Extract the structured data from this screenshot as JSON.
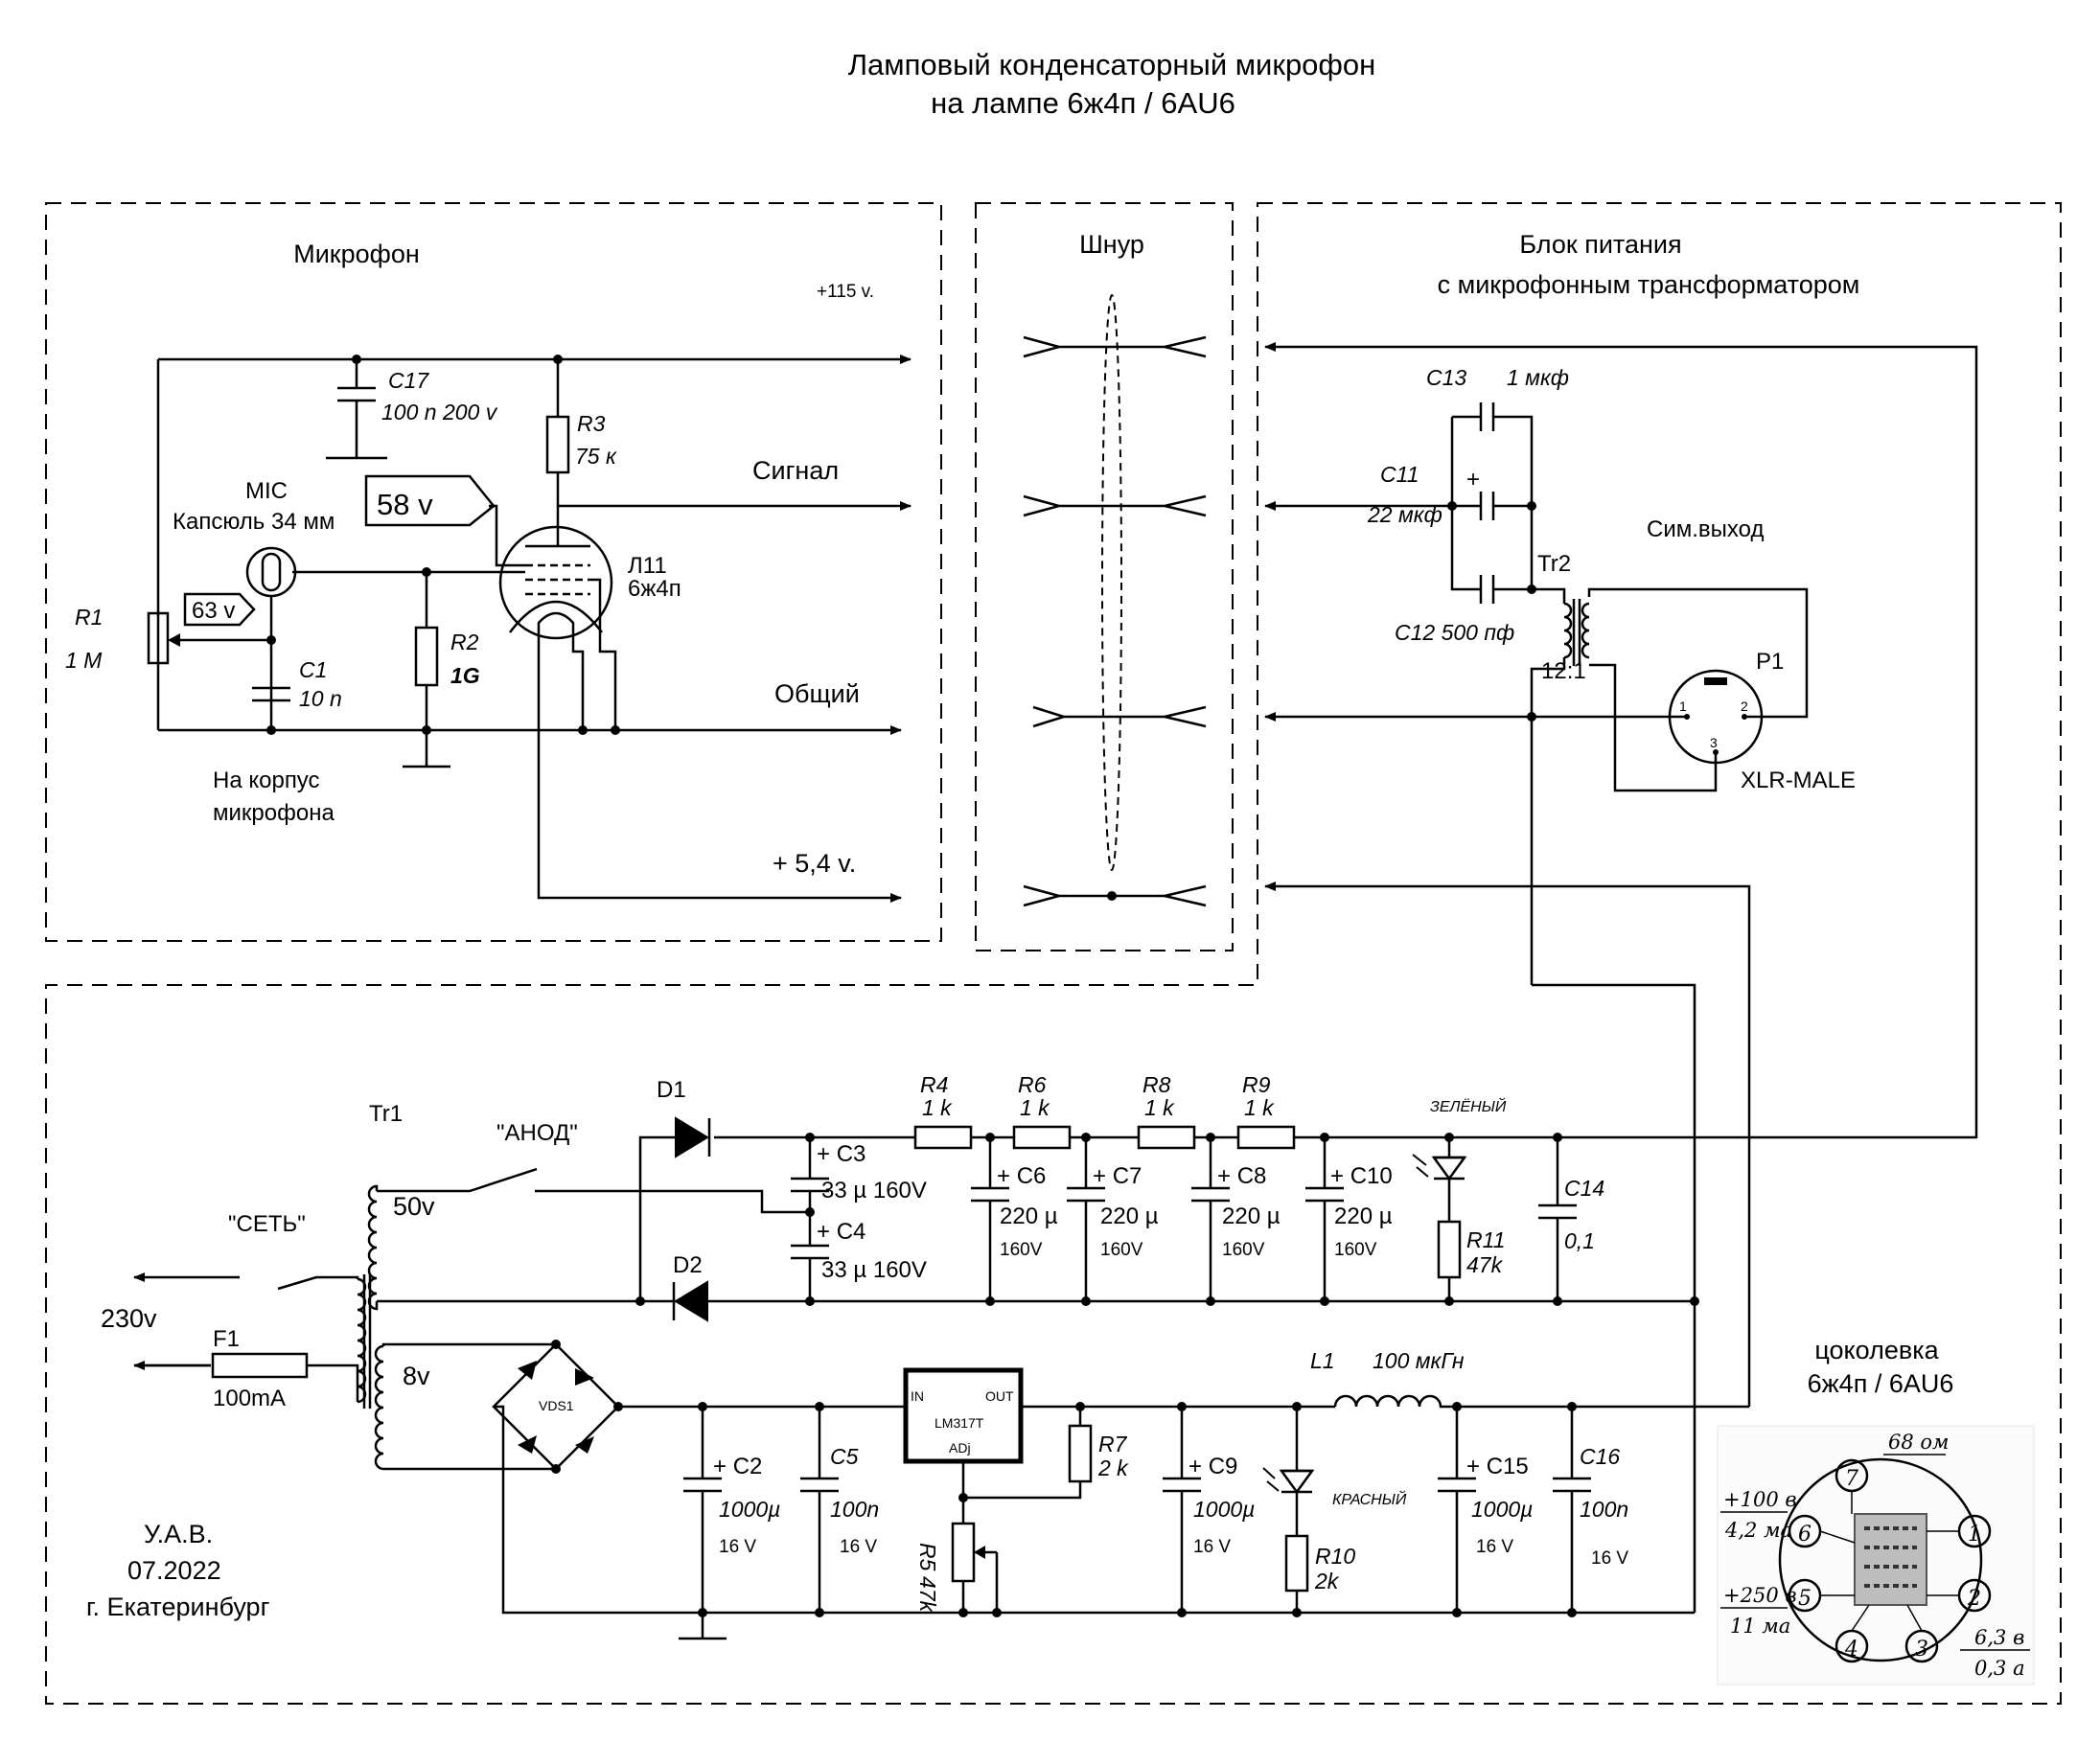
{
  "title": {
    "line1": "Ламповый конденсаторный микрофон",
    "line2": "на лампе 6ж4п / 6AU6"
  },
  "sections": {
    "microphone": "Микрофон",
    "cord": "Шнур",
    "psu_line1": "Блок питания",
    "psu_line2": "с микрофонным трансформатором"
  },
  "rails": {
    "plus115": "+115 v.",
    "signal": "Сигнал",
    "common": "Общий",
    "plus5_4": "+ 5,4 v."
  },
  "mic": {
    "mic_label": "MIC",
    "capsule": "Капсюль 34 мм",
    "tag_58": "58 v",
    "tag_63": "63 v",
    "body1": "На корпус",
    "body2": "микрофона"
  },
  "components": {
    "C17": "C17",
    "C17v": "100 n 200 v",
    "R3": "R3",
    "R3v": "75 к",
    "L11": "Л11",
    "L11v": "6ж4п",
    "R1": "R1",
    "R1v": "1 M",
    "C1": "C1",
    "C1v": "10 n",
    "R2": "R2",
    "R2v": "1G",
    "C13": "C13",
    "C13v": "1 мкф",
    "C11": "C11",
    "C11v": "22 мкф",
    "C12": "C12 500 пф",
    "Tr2": "Tr2",
    "Tr2v": "12:1",
    "symout": "Сим.выход",
    "P1": "P1",
    "xlr": "XLR-MALE",
    "pin1": "1",
    "pin2": "2",
    "pin3": "3",
    "Tr1": "Tr1",
    "anod": "\"АНОД\"",
    "set": "\"СЕТЬ\"",
    "v50": "50v",
    "v230": "230v",
    "F1": "F1",
    "F1v": "100mA",
    "v8": "8v",
    "D1": "D1",
    "D2": "D2",
    "C3": "C3",
    "C3v": "33 µ 160V",
    "C4": "C4",
    "C4v": "33 µ 160V",
    "R4": "R4",
    "R4v": "1 k",
    "R6": "R6",
    "R6v": "1 k",
    "R8": "R8",
    "R8v": "1 k",
    "R9": "R9",
    "R9v": "1 k",
    "C6": "C6",
    "C7": "C7",
    "C8": "C8",
    "C10": "C10",
    "c220": "220 µ",
    "v160": "160V",
    "zel": "ЗЕЛЁНЫЙ",
    "R11": "R11",
    "R11v": "47k",
    "C14": "C14",
    "C14v": "0,1",
    "VDS1": "VDS1",
    "C2": "C2",
    "C2v": "1000µ",
    "C5": "C5",
    "C5v": "100n",
    "v16": "16 V",
    "lm": "LM317T",
    "in": "IN",
    "out": "OUT",
    "adj": "ADj",
    "R7": "R7",
    "R7v": "2 k",
    "R5": "R5",
    "R5v": "47k",
    "C9": "C9",
    "C9v": "1000µ",
    "L1": "L1",
    "L1v": "100 мкГн",
    "kras": "КРАСНЫЙ",
    "R10": "R10",
    "R10v": "2k",
    "C15": "C15",
    "C15v": "1000µ",
    "C16": "C16",
    "C16v": "100n"
  },
  "pinout": {
    "title1": "цоколевка",
    "title2": "6ж4п / 6AU6",
    "ohm": "68 ом",
    "v100": "+100 в",
    "ma4": "4,2 ма",
    "v250": "+250 в",
    "ma11": "11 ма",
    "v63": "6,3 в",
    "a03": "0,3 а",
    "p1": "1",
    "p2": "2",
    "p3": "3",
    "p4": "4",
    "p5": "5",
    "p6": "6",
    "p7": "7"
  },
  "author": {
    "name": "У.А.В.",
    "date": "07.2022",
    "city": "г. Екатеринбург"
  }
}
